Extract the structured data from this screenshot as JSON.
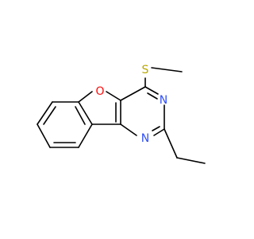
{
  "molecule": {
    "atoms": {
      "oxygen": {
        "symbol": "O",
        "color": "#ff0d0d"
      },
      "sulfur": {
        "symbol": "S",
        "color": "#b8a800"
      },
      "nitrogen_upper": {
        "symbol": "N",
        "color": "#3050f8"
      },
      "nitrogen_lower": {
        "symbol": "N",
        "color": "#3050f8"
      }
    },
    "bond_color": "#000000"
  }
}
